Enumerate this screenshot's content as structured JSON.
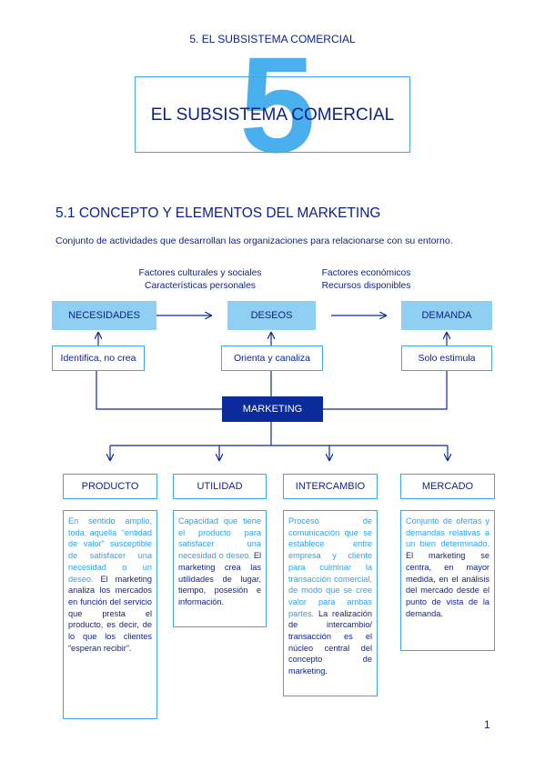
{
  "running_head": "5. EL SUBSISTEMA COMERCIAL",
  "banner": {
    "number": "5",
    "title": "EL SUBSISTEMA COMERCIAL"
  },
  "section_heading": "5.1 CONCEPTO Y ELEMENTOS DEL MARKETING",
  "intro": "Conjunto de actividades que desarrollan las organizaciones para relacionarse con su entorno.",
  "factors_left": [
    "Factores culturales y sociales",
    "Características personales"
  ],
  "factors_right": [
    "Factores económicos",
    "Recursos disponibles"
  ],
  "flow": {
    "necesidades": "NECESIDADES",
    "deseos": "DESEOS",
    "demanda": "DEMANDA",
    "identifica": "Identifica, no crea",
    "orienta": "Orienta y canaliza",
    "estimula": "Solo estimula",
    "marketing": "MARKETING"
  },
  "categories": {
    "producto": {
      "title": "PRODUCTO",
      "light": "En sentido amplio, toda aquella “entidad de valor” susceptible de satisfacer una necesidad o un deseo.",
      "dark": "El marketing analiza los mercados en función del servicio que presta el producto, es decir, de lo que los clientes “esperan recibir”."
    },
    "utilidad": {
      "title": "UTILIDAD",
      "light": "Capacidad que tiene el producto para satisfacer una necesidad o deseo.",
      "dark": "El marketing crea las utilidades de lugar, tiempo, posesión e información."
    },
    "intercambio": {
      "title": "INTERCAMBIO",
      "light": "Proceso de comunicación que se establece entre empresa y cliente para culminar la transacción comercial, de modo que se cree valor para ambas partes.",
      "dark": "La realización de intercambio/ transacción es el núcleo central del concepto de marketing."
    },
    "mercado": {
      "title": "MERCADO",
      "light": "Conjunto de ofertas y demandas relativas a un bien determinado.",
      "dark": "El marketing se centra, en mayor medida, en el análisis del mercado desde el punto de vista de la demanda."
    }
  },
  "page_number": "1",
  "colors": {
    "dark_blue": "#0b2a9c",
    "text_blue": "#0d1f8a",
    "light_blue": "#8fd0f2",
    "accent": "#2aa2ea"
  }
}
